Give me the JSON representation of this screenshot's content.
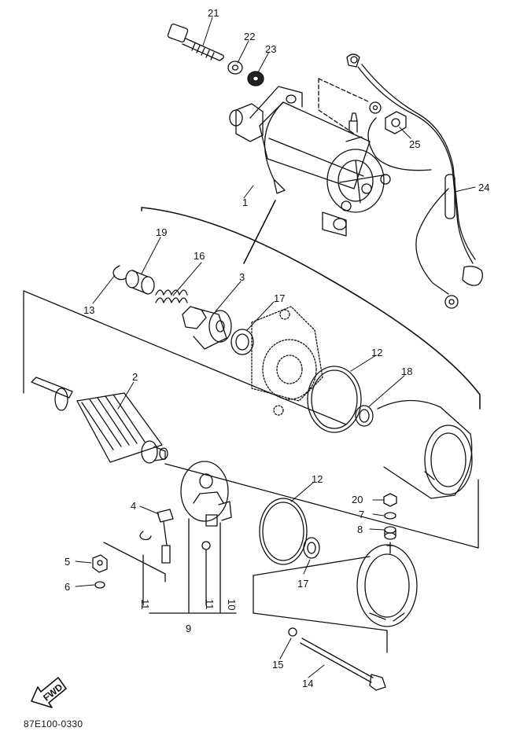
{
  "callouts": {
    "c21": "21",
    "c22": "22",
    "c23": "23",
    "c24": "24",
    "c25": "25",
    "c1": "1",
    "c19": "19",
    "c16": "16",
    "c3": "3",
    "c13": "13",
    "c17a": "17",
    "c12a": "12",
    "c18": "18",
    "c2": "2",
    "c12b": "12",
    "c20": "20",
    "c7": "7",
    "c8": "8",
    "c4": "4",
    "c5": "5",
    "c6": "6",
    "c17b": "17",
    "c11a": "11",
    "c11b": "11",
    "c10": "10",
    "c9": "9",
    "c15": "15",
    "c14": "14"
  },
  "fwd_label": "FWD",
  "reference_code": "87E100-0330"
}
